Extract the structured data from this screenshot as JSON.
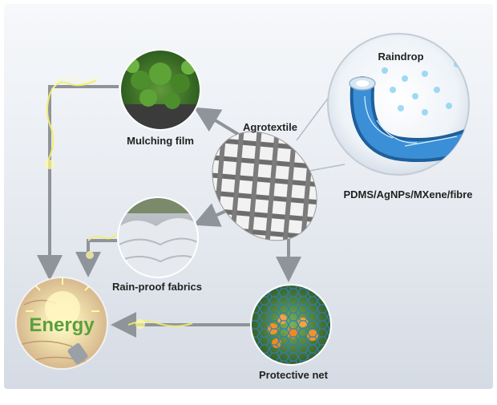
{
  "labels": {
    "center": "Agrotextile",
    "mulching": "Mulching film",
    "rainproof": "Rain-proof fabrics",
    "protective": "Protective net",
    "raindrop": "Raindrop",
    "fibre": "PDMS/AgNPs/MXene/fibre",
    "energy": "Energy"
  },
  "colors": {
    "background_gradient": [
      "#f4f6fa",
      "#d7dde6"
    ],
    "arrow": "#8f939a",
    "energy_text": "#5aa03c",
    "lightning": "#e8e85a",
    "fibre": "#3a8fd6"
  },
  "icons": {
    "center": "woven-textile-icon",
    "mulching": "plant-field-icon",
    "rainproof": "greenhouse-tunnels-icon",
    "protective": "net-with-fruit-icon",
    "fibre": "coated-fibre-icon",
    "energy": "light-bulb-icon"
  }
}
